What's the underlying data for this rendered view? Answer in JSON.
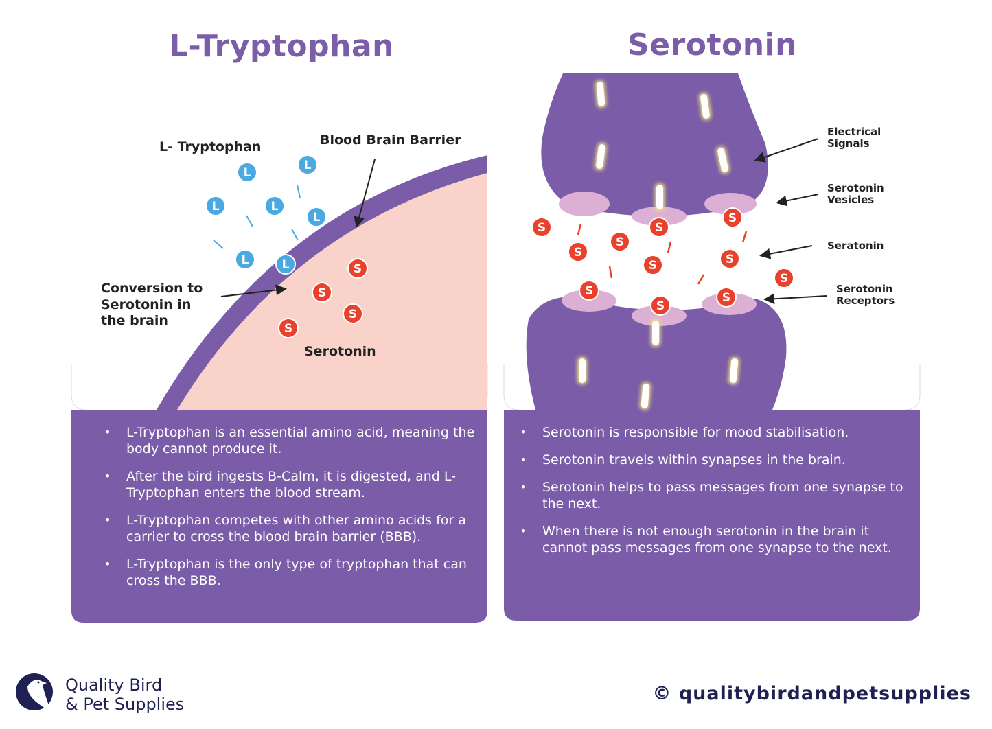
{
  "left": {
    "title": "L-Tryptophan",
    "labels": {
      "tryptophan": "L- Tryptophan",
      "bbb": "Blood Brain Barrier",
      "conversion": [
        "Conversion to",
        "Serotonin in",
        "the brain"
      ],
      "serotonin": "Serotonin"
    },
    "molecule_l": "L",
    "molecule_s": "S",
    "bullets": [
      "L-Tryptophan is an essential amino acid, meaning the body cannot produce it.",
      "After the bird ingests B-Calm, it is digested, and L-Tryptophan enters the blood stream.",
      "L-Tryptophan competes with other amino acids for a carrier to cross the blood brain barrier (BBB).",
      "L-Tryptophan is the only type of tryptophan that can cross the BBB."
    ]
  },
  "right": {
    "title": "Serotonin",
    "labels": {
      "electrical": [
        "Electrical",
        "Signals"
      ],
      "vesicles": [
        "Serotonin",
        "Vesicles"
      ],
      "seratonin": "Seratonin",
      "receptors": [
        "Serotonin",
        "Receptors"
      ]
    },
    "bullets": [
      "Serotonin is responsible for mood stabilisation.",
      "Serotonin travels within synapses in the brain.",
      "Serotonin helps to pass messages from one synapse to the next.",
      "When there is not enough serotonin in the brain it cannot pass messages from one synapse to the next."
    ]
  },
  "footer": {
    "brand_line1": "Quality Bird",
    "brand_line2": "& Pet Supplies",
    "copyright": "© qualitybirdandpetsupplies"
  },
  "colors": {
    "purple": "#7a5ca8",
    "red": "#e9412b",
    "blue": "#4aa9e0",
    "pink": "#f9d3c9",
    "vesicle": "#dcb0d4",
    "navy": "#1f2152"
  }
}
